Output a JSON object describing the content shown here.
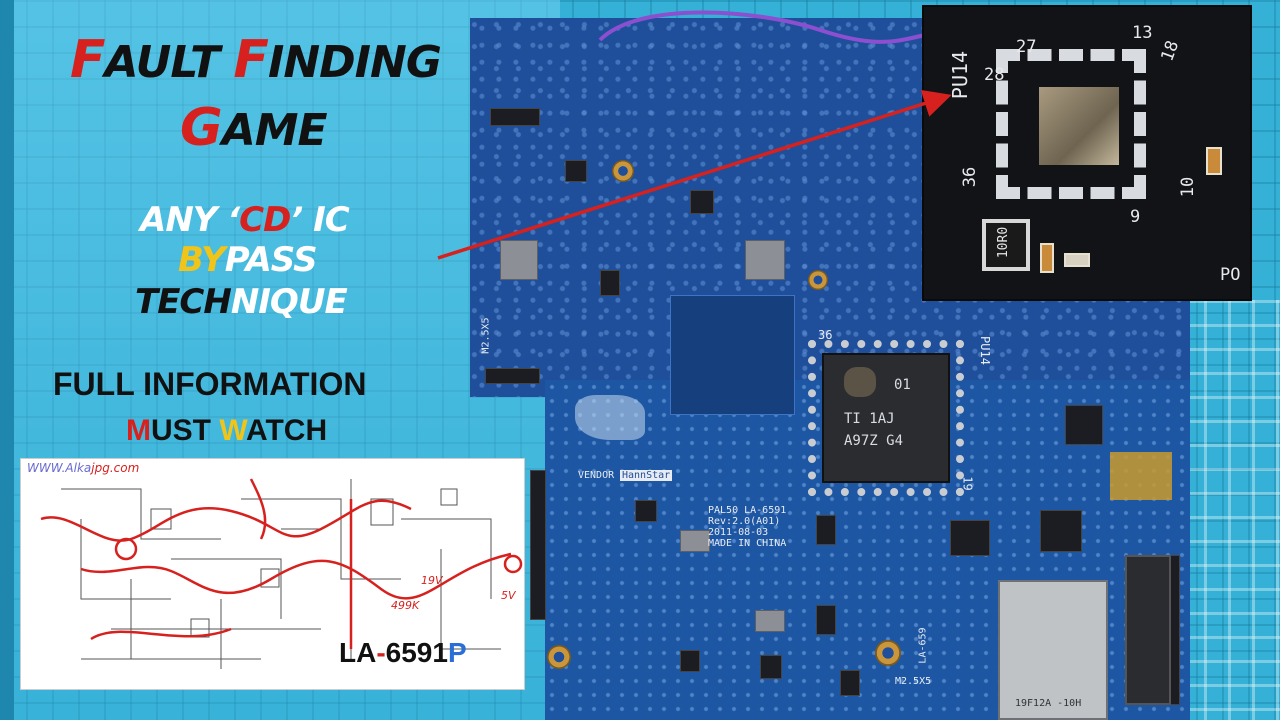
{
  "title": {
    "line1_a": "F",
    "line1_b": "AULT ",
    "line1_c": "F",
    "line1_d": "INDING",
    "line2_a": "G",
    "line2_b": "AME"
  },
  "subtitle": {
    "l1_a": "ANY ‘",
    "l1_b": "CD",
    "l1_c": "’ IC",
    "l2_a": "BY",
    "l2_b": "PASS",
    "l3_a": "TECH",
    "l3_b": "NIQUE"
  },
  "info": {
    "line": "FULL INFORMATION",
    "must_m": "M",
    "must_rest": "UST ",
    "watch_w": "W",
    "watch_rest": "ATCH"
  },
  "schematic": {
    "watermark": "WWW.Alka",
    "watermark_b": "jpg.com",
    "label_a": "LA",
    "label_dash": "-",
    "label_b": "6591",
    "label_p": "P",
    "notes": [
      "19V",
      "499K",
      "5V"
    ]
  },
  "board": {
    "chip_lines": [
      "01",
      "TI  1AJ",
      "A97Z G4"
    ],
    "silk_main": "PAL50 LA-6591\nRev:2.0(A01)\n2011-08-03\nMADE IN CHINA",
    "silk_m25_top": "M2.5X5",
    "silk_m25_bottom": "M2.5X5",
    "silk_vendor": "VENDOR",
    "silk_hannstar": "HannStar",
    "silk_pu14": "PU14",
    "silk_la659": "LA-659",
    "silk_conn": "19F12A -10H",
    "silk_pins_top": "36",
    "silk_pins_right": "19"
  },
  "zoom": {
    "pu14": "PU14",
    "n27": "27",
    "n28": "28",
    "n13": "13",
    "n18": "18",
    "n36": "36",
    "n10": "10",
    "n9": "9",
    "resistor": "10R0",
    "po": "PO"
  },
  "colors": {
    "accent_red": "#d6211e",
    "accent_yellow": "#f0c419",
    "board_blue": "#1f4f9a",
    "mat_blue": "#35b0d6"
  }
}
